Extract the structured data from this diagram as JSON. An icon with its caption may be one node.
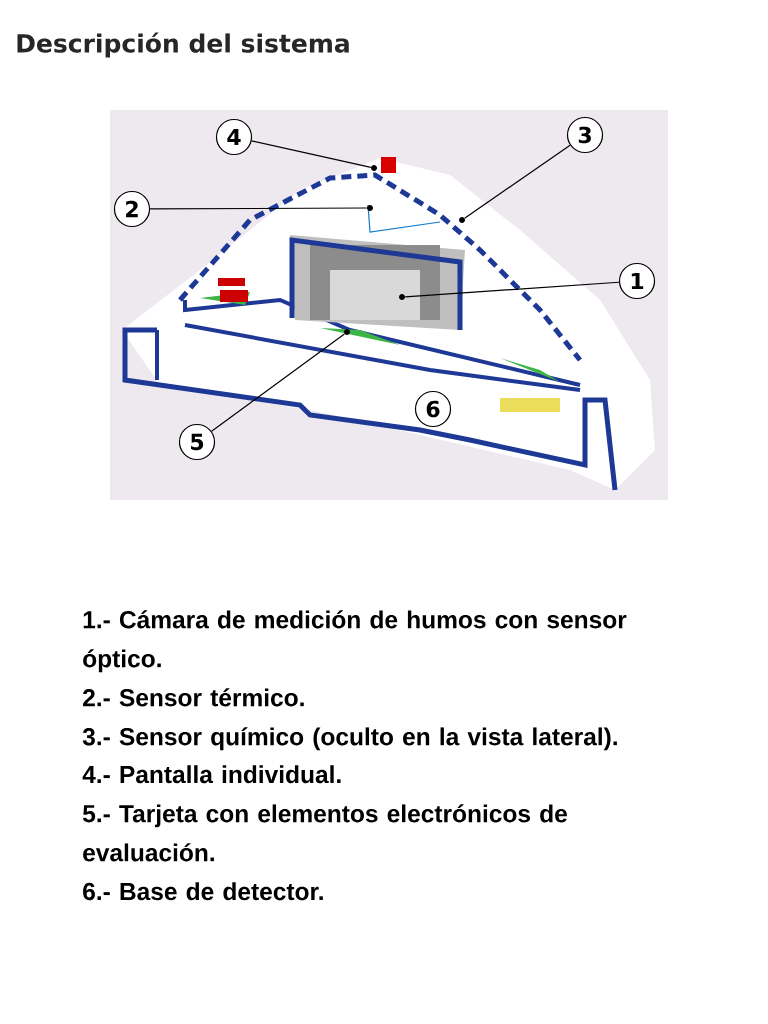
{
  "diagram": {
    "title": "Descripción del sistema",
    "nodes": [
      {
        "text": [
          "1"
        ]
      },
      {
        "text": [
          "2"
        ]
      },
      {
        "text": [
          "3"
        ]
      },
      {
        "text": [
          "4"
        ]
      },
      {
        "text": [
          "5"
        ]
      },
      {
        "text": [
          "6"
        ]
      },
      {
        "text": [],
        "shape": "circle"
      },
      {
        "text": [],
        "shape": "circle"
      },
      {
        "text": [],
        "shape": "circle"
      },
      {
        "text": [],
        "shape": "circle"
      },
      {
        "text": [],
        "shape": "circle"
      }
    ],
    "edges": [
      {
        "from": 0,
        "to": 6,
        "arrow": "none"
      },
      {
        "from": 1,
        "to": 7,
        "arrow": "none"
      },
      {
        "from": 2,
        "to": 8,
        "arrow": "none"
      },
      {
        "from": 3,
        "to": 9,
        "arrow": "none"
      },
      {
        "from": 4,
        "to": 10,
        "arrow": "none"
      }
    ],
    "labels": [
      "1.- Cámara de medición de humos con sensor óptico.",
      "2.- Sensor térmico.",
      "3.- Sensor químico (oculto en la vista lateral).",
      "4.- Pantalla individual.",
      "5.- Tarjeta con elementos electrónicos de evaluación.",
      "6.- Base de detector."
    ]
  }
}
